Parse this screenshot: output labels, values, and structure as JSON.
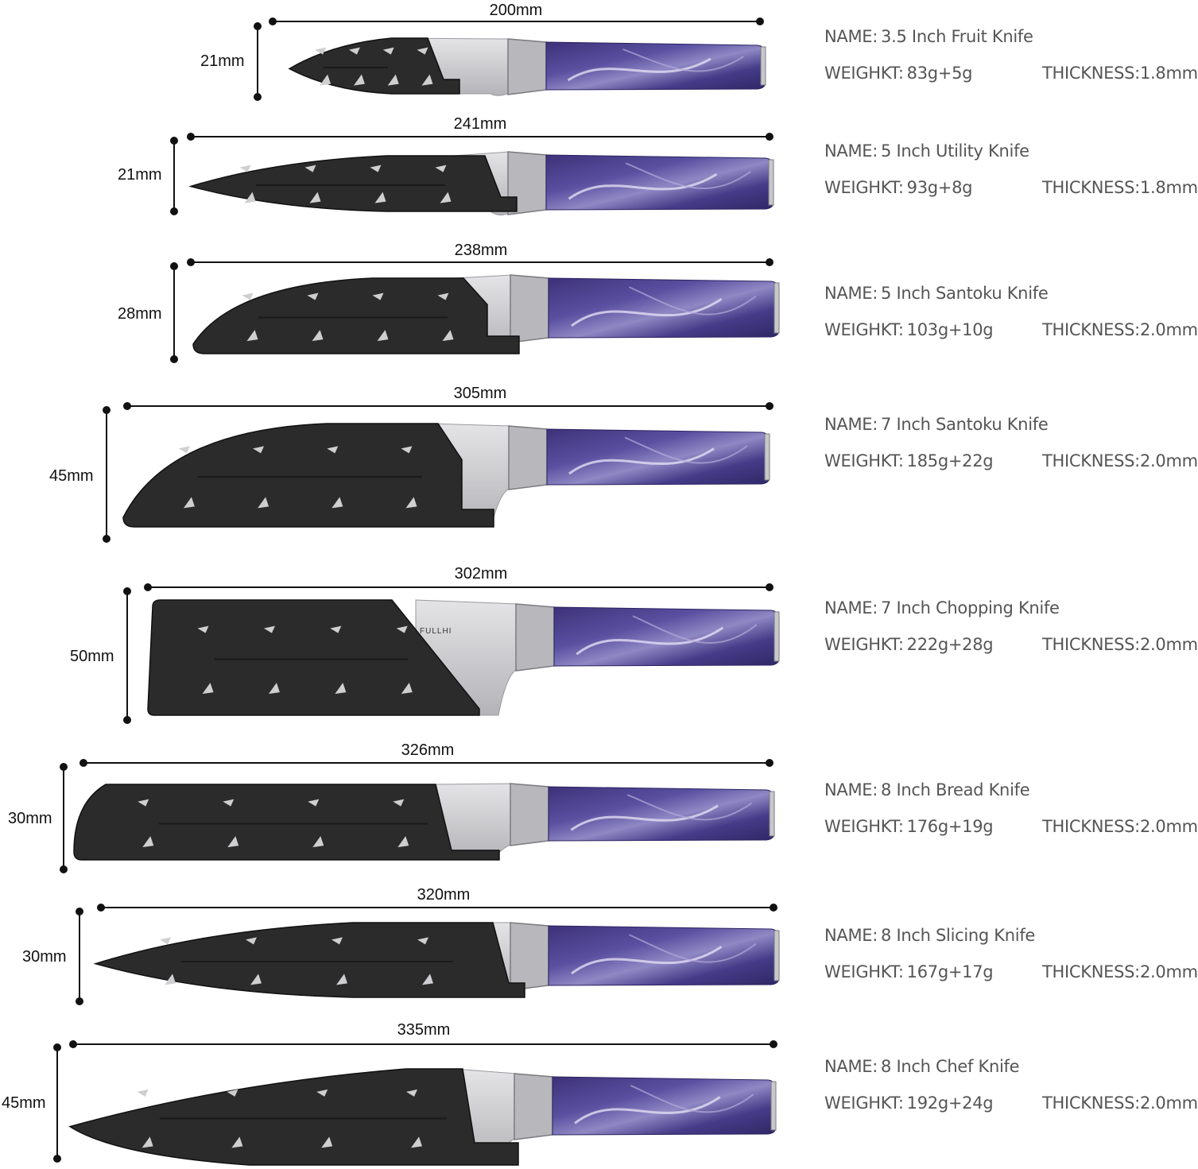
{
  "labels": {
    "name_prefix": "NAME:",
    "weight_prefix": "WEIGHKT:",
    "thickness_prefix": "THICKNESS:"
  },
  "brand": "FULLHI",
  "colors": {
    "sheath": "#2a2a2a",
    "blade": "#c9c9cc",
    "bolster": "#9a9aa0",
    "handle": "#4b3f8c",
    "handle_swirl": "#d6d0ea",
    "spec_text": "#555555"
  },
  "knives": [
    {
      "name": "3.5 Inch Fruit Knife",
      "length": "200mm",
      "height": "21mm",
      "weight": "83g+5g",
      "thickness": "THICKNESS:1.8mm"
    },
    {
      "name": "5 Inch Utility Knife",
      "length": "241mm",
      "height": "21mm",
      "weight": "93g+8g",
      "thickness": "THICKNESS:1.8mm"
    },
    {
      "name": "5 Inch Santoku Knife",
      "length": "238mm",
      "height": "28mm",
      "weight": "103g+10g",
      "thickness": "THICKNESS:2.0mm"
    },
    {
      "name": "7 Inch Santoku Knife",
      "length": "305mm",
      "height": "45mm",
      "weight": "185g+22g",
      "thickness": "THICKNESS:2.0mm"
    },
    {
      "name": "7 Inch Chopping Knife",
      "length": "302mm",
      "height": "50mm",
      "weight": "222g+28g",
      "thickness": "THICKNESS:2.0mm"
    },
    {
      "name": "8 Inch Bread Knife",
      "length": "326mm",
      "height": "30mm",
      "weight": "176g+19g",
      "thickness": "THICKNESS:2.0mm"
    },
    {
      "name": "8 Inch Slicing Knife",
      "length": "320mm",
      "height": "30mm",
      "weight": "167g+17g",
      "thickness": "THICKNESS:2.0mm"
    },
    {
      "name": "8 Inch Chef Knife",
      "length": "335mm",
      "height": "45mm",
      "weight": "192g+24g",
      "thickness": "THICKNESS:2.0mm"
    }
  ]
}
